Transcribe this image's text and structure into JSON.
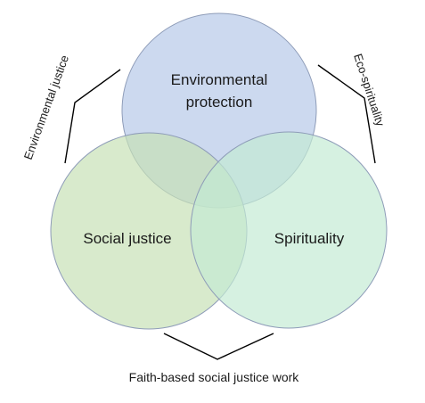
{
  "circles": {
    "top": {
      "line1": "Environmental",
      "line2": "protection",
      "fill": "#b4c7e7"
    },
    "left": {
      "label": "Social justice",
      "fill": "#c5e0b4"
    },
    "right": {
      "label": "Spirituality",
      "fill": "#c3ebd3"
    }
  },
  "overlaps": {
    "left_top": "Environmental justice",
    "right_top": "Eco-spirituality",
    "left_right": "Faith-based social justice work"
  },
  "stroke_color": "#7f8fa6"
}
